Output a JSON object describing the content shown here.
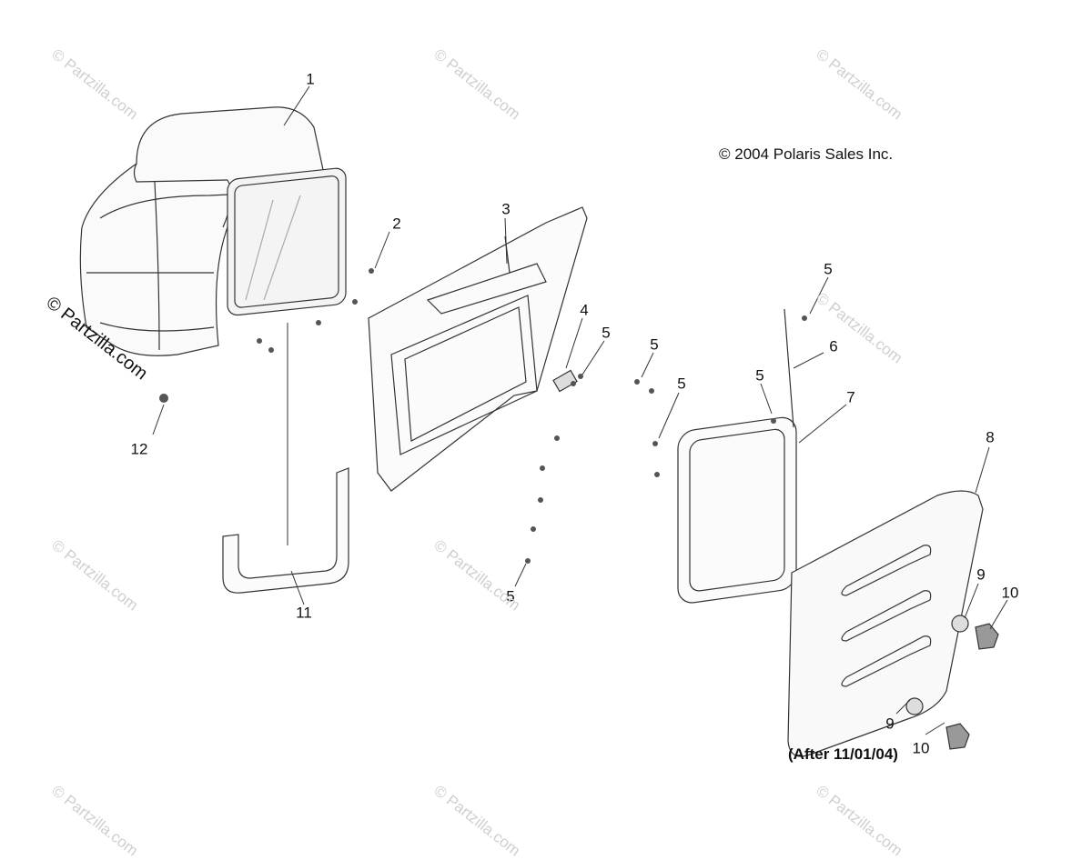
{
  "copyright": "© 2004 Polaris Sales Inc.",
  "note": "(After 11/01/04)",
  "watermark": "© Partzilla.com",
  "watermark_side": "© Partzilla.com",
  "callouts": [
    {
      "id": "c1",
      "label": "1"
    },
    {
      "id": "c2",
      "label": "2"
    },
    {
      "id": "c3",
      "label": "3"
    },
    {
      "id": "c4",
      "label": "4"
    },
    {
      "id": "c5a",
      "label": "5"
    },
    {
      "id": "c5b",
      "label": "5"
    },
    {
      "id": "c5c",
      "label": "5"
    },
    {
      "id": "c5d",
      "label": "5"
    },
    {
      "id": "c5e",
      "label": "5"
    },
    {
      "id": "c5f",
      "label": "5"
    },
    {
      "id": "c6",
      "label": "6"
    },
    {
      "id": "c7",
      "label": "7"
    },
    {
      "id": "c8",
      "label": "8"
    },
    {
      "id": "c9a",
      "label": "9"
    },
    {
      "id": "c9b",
      "label": "9"
    },
    {
      "id": "c10a",
      "label": "10"
    },
    {
      "id": "c10b",
      "label": "10"
    },
    {
      "id": "c11",
      "label": "11"
    },
    {
      "id": "c12",
      "label": "12"
    }
  ]
}
